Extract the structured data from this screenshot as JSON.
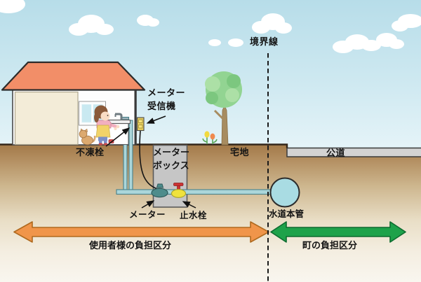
{
  "scene": {
    "boundary_label": "境界線",
    "receiver_label_line1": "メーター",
    "receiver_label_line2": "受信機",
    "frost_valve_label": "不凍栓",
    "meter_box_label_line1": "メーター",
    "meter_box_label_line2": "ボックス",
    "residential_label": "宅地",
    "road_label": "公道",
    "meter_label": "メーター",
    "stop_valve_label": "止水栓",
    "water_main_label": "水道本管",
    "user_section_label": "使用者様の負担区分",
    "town_section_label": "町の負担区分"
  },
  "colors": {
    "roof": "#F28E68",
    "wall_panel": "#F3ECD8",
    "road": "#D3D3D3",
    "meter_box": "#C6C6C6",
    "pipe": "#ABD6DA",
    "meter": "#4E8C8C",
    "stop_valve_body": "#EFE23E",
    "stop_valve_handle": "#CC3333",
    "water_main": "#A9DCE3",
    "user_arrow": "#F0954A",
    "town_arrow": "#1EA24A",
    "receiver": "#E9CF5E"
  }
}
